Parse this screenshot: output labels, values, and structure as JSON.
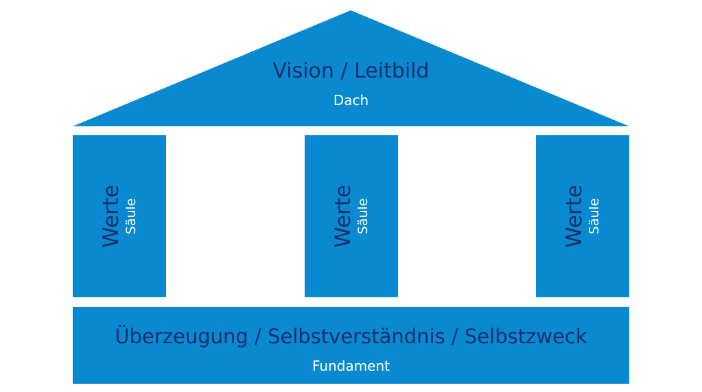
{
  "roof": {
    "title": "Vision / Leitbild",
    "subtitle": "Dach"
  },
  "pillars": [
    {
      "title": "Werte",
      "subtitle": "Säule"
    },
    {
      "title": "Werte",
      "subtitle": "Säule"
    },
    {
      "title": "Werte",
      "subtitle": "Säule"
    }
  ],
  "foundation": {
    "title": "Überzeugung / Selbstverständnis / Selbstzweck",
    "subtitle": "Fundament"
  },
  "colors": {
    "fill": "#0889d0",
    "title_text": "#1a2f6b",
    "subtitle_text": "#ffffff"
  }
}
